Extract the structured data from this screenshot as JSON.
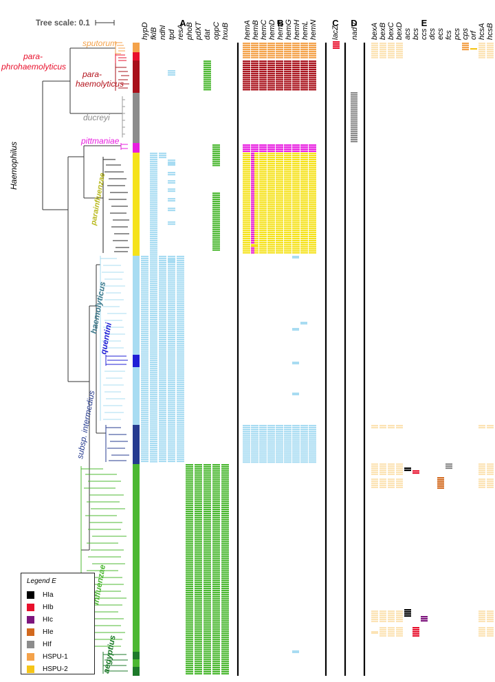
{
  "scale": {
    "label": "Tree scale: 0.1"
  },
  "genus": "Haemophilus",
  "panels": [
    {
      "letter": "A",
      "genes": [
        "hypD",
        "fklB",
        "ndhI",
        "tpd",
        "resA",
        "phoB",
        "pdXT",
        "dat",
        "oppC",
        "hxuB"
      ]
    },
    {
      "letter": "B",
      "genes": [
        "hemA",
        "hemB",
        "hemC",
        "hemD",
        "hemE",
        "hemG",
        "hemH",
        "hemL",
        "hemN"
      ]
    },
    {
      "letter": "C",
      "genes": [
        "lacZ"
      ]
    },
    {
      "letter": "D",
      "genes": [
        "nadV"
      ]
    },
    {
      "letter": "E",
      "genes": [
        "bexA",
        "bexB",
        "bexC",
        "bexD",
        "acs",
        "bcs",
        "ccs",
        "dcs",
        "ecs",
        "fcs",
        "pcs",
        "cps",
        "orf",
        "hcsA",
        "hcsB"
      ]
    }
  ],
  "clades": [
    {
      "key": "sputorum",
      "label": "sputorum",
      "color": "#f4a24a"
    },
    {
      "key": "parahaemolyticus",
      "label": "para-haemolyticus",
      "line1": "para-",
      "line2": "haemolyticus",
      "color": "#b3121b"
    },
    {
      "key": "paraphrohaemolyticus",
      "label": "para-phrohaemolyticus",
      "line1": "para-",
      "line2": "phrohaemolyticus",
      "color": "#e8102c"
    },
    {
      "key": "ducreyi",
      "label": "ducreyi",
      "color": "#8a8a8a"
    },
    {
      "key": "pittmaniae",
      "label": "pittmaniae",
      "color": "#e81ce0"
    },
    {
      "key": "parainfluenzae",
      "label": "parainfluenzae",
      "color": "#b8b81c"
    },
    {
      "key": "haemolyticus",
      "label": "haemolyticus",
      "color": "#3d7a8c"
    },
    {
      "key": "quentini",
      "label": "quentini",
      "color": "#1f1fd6"
    },
    {
      "key": "intermedius",
      "label": "subsp. intermedius",
      "color": "#263b8f"
    },
    {
      "key": "influenzae",
      "label": "influenzae",
      "color": "#4cb832"
    },
    {
      "key": "aegyptius",
      "label": "aegyptius",
      "color": "#1d7a2a"
    }
  ],
  "legend": {
    "title": "Legend E",
    "items": [
      {
        "label": "HIa",
        "color": "#000000"
      },
      {
        "label": "HIb",
        "color": "#e8102c"
      },
      {
        "label": "HIc",
        "color": "#7d157d"
      },
      {
        "label": "HIe",
        "color": "#d2691e"
      },
      {
        "label": "HIf",
        "color": "#8c8c8c"
      },
      {
        "label": "HSPU-1",
        "color": "#f4a24a"
      },
      {
        "label": "HSPU-2",
        "color": "#f5c518"
      }
    ]
  },
  "colors": {
    "lightblue": "#a8dcf2",
    "green": "#4cb832",
    "yellow": "#f5e21b",
    "magenta": "#e81ce0",
    "darkred": "#a8101a",
    "orange": "#f4a24a",
    "beige": "#fce3b5",
    "gray": "#8c8c8c"
  }
}
